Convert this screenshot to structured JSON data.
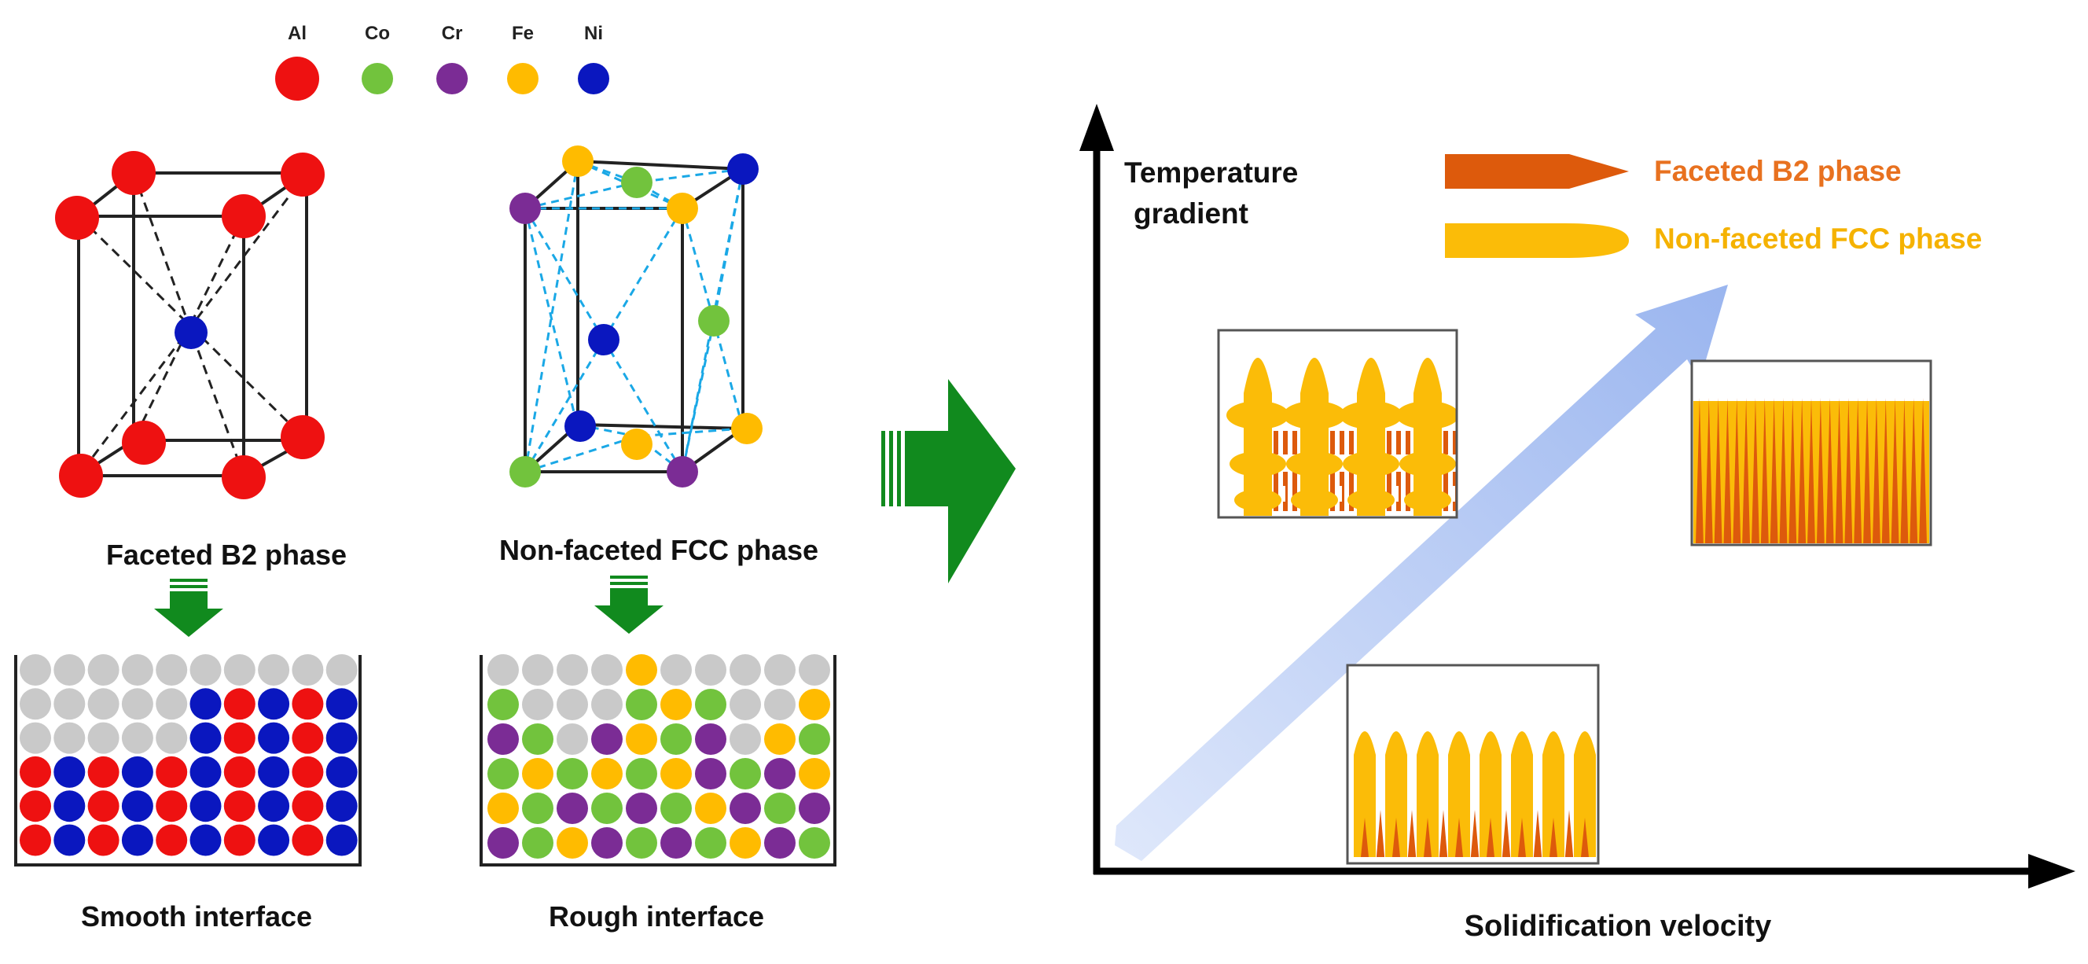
{
  "colors": {
    "Al": "#ee1111",
    "Co": "#72c33d",
    "Cr": "#7b2c95",
    "Fe": "#ffbb00",
    "Ni": "#0a17bf",
    "liquid": "#c9c9c9",
    "arrow_green": "#118a1e",
    "b2_orange": "#dd5a0c",
    "fcc_yellow": "#fbbc08",
    "diag_arrow": "#a7bff2",
    "cyan_bond": "#1aa8e6"
  },
  "legend": {
    "elements": [
      {
        "symbol": "Al",
        "color_key": "Al"
      },
      {
        "symbol": "Co",
        "color_key": "Co"
      },
      {
        "symbol": "Cr",
        "color_key": "Cr"
      },
      {
        "symbol": "Fe",
        "color_key": "Fe"
      },
      {
        "symbol": "Ni",
        "color_key": "Ni"
      }
    ]
  },
  "left": {
    "b2_label": "Faceted B2 phase",
    "fcc_label": "Non-faceted FCC phase",
    "smooth_label": "Smooth interface",
    "rough_label": "Rough interface",
    "smooth_grid": [
      "LLLLLLLLLL",
      "LLLLLNANAN",
      "LLLLLNANAN",
      "ANANANANAN",
      "ANANANANAN",
      "ANANANANAN"
    ],
    "rough_grid": [
      "LLLLFLLLLL",
      "CLLLCFCLLF",
      "RCLRFCRLFC",
      "CFCFCFRCRF",
      "FCRCRCFRCR",
      "RCFRCRCFRC"
    ]
  },
  "right": {
    "y_axis_label_line1": "Temperature",
    "y_axis_label_line2": "gradient",
    "x_axis_label": "Solidification velocity",
    "legend_b2": "Faceted B2 phase",
    "legend_fcc": "Non-faceted FCC phase"
  }
}
